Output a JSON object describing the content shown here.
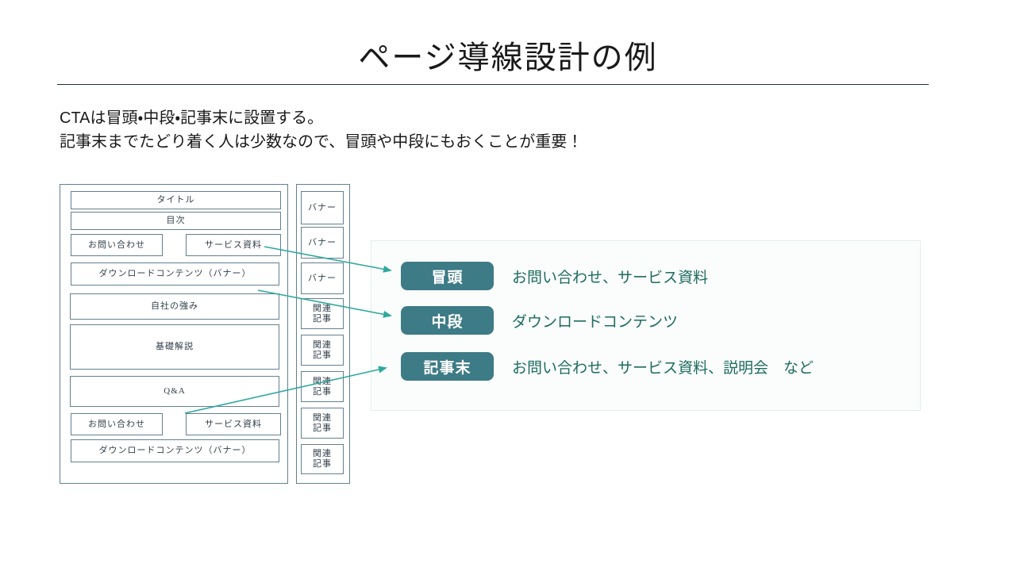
{
  "slide": {
    "title": "ページ導線設計の例",
    "description_lines": [
      "CTAは冒頭・中段・記事末に設置する。",
      "記事末までたどり着く人は少数なので、冒頭や中段にもおくことが重要！"
    ]
  },
  "wireframe": {
    "main_boxes": [
      "タイトル",
      "目次",
      "お問い合わせ",
      "サービス資料",
      "ダウンロードコンテンツ（バナー）",
      "自社の強み",
      "基礎解説",
      "Q&A",
      "お問い合わせ",
      "サービス資料",
      "ダウンロードコンテンツ（バナー）"
    ],
    "sidebar_boxes": [
      "バナー",
      "バナー",
      "バナー",
      "関連\n記事",
      "関連\n記事",
      "関連\n記事",
      "関連\n記事",
      "関連\n記事"
    ]
  },
  "legend": {
    "rows": [
      {
        "badge": "冒頭",
        "text": "お問い合わせ、サービス資料"
      },
      {
        "badge": "中段",
        "text": "ダウンロードコンテンツ"
      },
      {
        "badge": "記事末",
        "text": "お問い合わせ、サービス資料、説明会　など"
      }
    ]
  },
  "colors": {
    "accent_teal": "#3d7b86",
    "arrow_teal": "#2fa89e",
    "panel_bg": "#fafdfb",
    "panel_border": "#e2efe7",
    "wire_border": "#64808e",
    "wire_text": "#323f4a",
    "desc_text": "#1e6b5f",
    "divider": "#1f2d3d",
    "body_text": "#1a1a1a"
  }
}
